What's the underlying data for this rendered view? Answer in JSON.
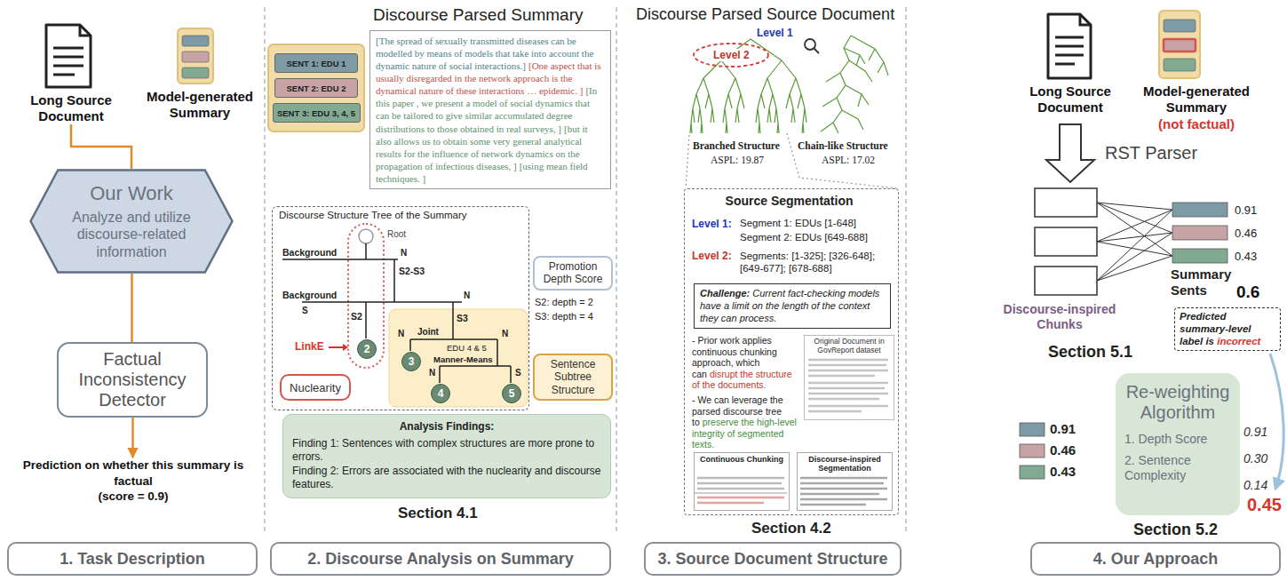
{
  "diagram": {
    "nodes": [
      {
        "text": [
          "Long Source Document"
        ]
      },
      {
        "text": [
          "Model-generated Summary"
        ]
      },
      {
        "text": [
          "Our Work",
          "Analyze and utilize discourse-related information"
        ]
      },
      {
        "text": [
          "Factual Inconsistency Detector"
        ]
      },
      {
        "text": [
          "Prediction on whether this summary is factual",
          "(score = 0.9)"
        ]
      },
      {
        "text": [
          "1. Task Description"
        ]
      },
      {
        "text": [
          "SENT 1: EDU 1"
        ]
      },
      {
        "text": [
          "SENT 2: EDU 2"
        ]
      },
      {
        "text": [
          "SENT 3: EDU 3, 4, 5"
        ]
      },
      {
        "text": [
          "[The spread of sexually transmitted diseases can be modelled by means of models that take into account the dynamic nature of social interactions.]",
          "[One aspect that is usually disregarded in the network approach is the dynamical nature of these interactions … epidemic. ]",
          "[In this paper , we present a model of social dynamics that can be tailored to give similar accumulated degree distributions to those obtained in real surveys, ]",
          "[but it also allows us to obtain some very general analytical results for the influence of network dynamics on the propagation of infectious diseases, ]",
          "[using mean field techniques. ]"
        ]
      },
      {
        "text": [
          "Discourse Structure Tree of the Summary"
        ]
      },
      {
        "text": [
          "2"
        ],
        "in": 10
      },
      {
        "text": [
          "3"
        ],
        "in": 10
      },
      {
        "text": [
          "4"
        ],
        "in": 10
      },
      {
        "text": [
          "5"
        ],
        "in": 10
      },
      {
        "text": [
          "Nuclearity"
        ],
        "in": 10
      },
      {
        "text": [
          "Promotion Depth Score"
        ]
      },
      {
        "text": [
          "Sentence Subtree Structure"
        ]
      },
      {
        "text": [
          "Analysis Findings:",
          "Finding 1: Sentences with complex structures are more prone to errors.",
          "Finding 2: Errors are associated with the nuclearity and discourse features."
        ]
      },
      {
        "text": [
          "2. Discourse Analysis on Summary"
        ]
      },
      {
        "text": [
          "Source Segmentation",
          "Level 1:",
          "Segment 1: EDUs [1-648]",
          "Segment 2: EDUs [649-688]",
          "Level 2:",
          "Segments: [1-325]; [326-648]; [649-677]; [678-688]",
          "- Prior work applies continuous chunking approach, which can",
          "disrupt the structure of the documents.",
          "- We can leverage the parsed discourse tree to",
          "preserve the high-level integrity of segmented texts."
        ]
      },
      {
        "text": [
          "Challenge:",
          "Current fact-checking models have a limit on the length of the context they can process."
        ],
        "in": 20
      },
      {
        "text": [
          "Original Document in GovReport dataset"
        ],
        "in": 20
      },
      {
        "text": [
          "Continuous Chunking"
        ],
        "in": 20
      },
      {
        "text": [
          "Discourse-inspired Segmentation"
        ],
        "in": 20
      },
      {
        "text": [
          "3. Source Document Structure"
        ]
      },
      {
        "text": [
          "Long Source Document"
        ]
      },
      {
        "text": [
          "Model-generated Summary",
          "(not factual)"
        ]
      },
      {
        "text": [
          "Predicted summary-level label is",
          "incorrect"
        ]
      },
      {
        "text": [
          "Re-weighting Algorithm",
          "1. Depth Score",
          "2. Sentence Complexity"
        ]
      },
      {
        "text": [
          "4. Our Approach"
        ]
      }
    ],
    "edges": [
      {
        "from": 0,
        "to": 2,
        "arrow": "none"
      },
      {
        "from": 2,
        "to": 3,
        "arrow": "none"
      },
      {
        "from": 3,
        "to": 4,
        "arrow": "to"
      }
    ],
    "labels": [
      "Discourse Parsed Summary",
      "Root",
      "Background",
      "N",
      "S2-S3",
      "Background",
      "S",
      "N",
      "S2",
      "LinkE",
      "S3",
      "Joint",
      "N",
      "N",
      "EDU 4 & 5",
      "Manner-Means",
      "N",
      "S",
      "S2: depth = 2",
      "S3: depth = 4",
      "Section 4.1",
      "Discourse Parsed Source Document",
      "Level 1",
      "Level 2",
      "Branched Structure",
      "ASPL: 19.87",
      "Chain-like Structure",
      "ASPL: 17.02",
      "Section 4.2",
      "RST Parser",
      "0.91",
      "0.46",
      "0.43",
      "Summary Sents",
      "0.6",
      "Discourse-inspired Chunks",
      "Section 5.1",
      "0.91",
      "0.46",
      "0.43",
      "0.91",
      "0.30",
      "0.14",
      "0.45",
      "Section 5.2"
    ]
  }
}
